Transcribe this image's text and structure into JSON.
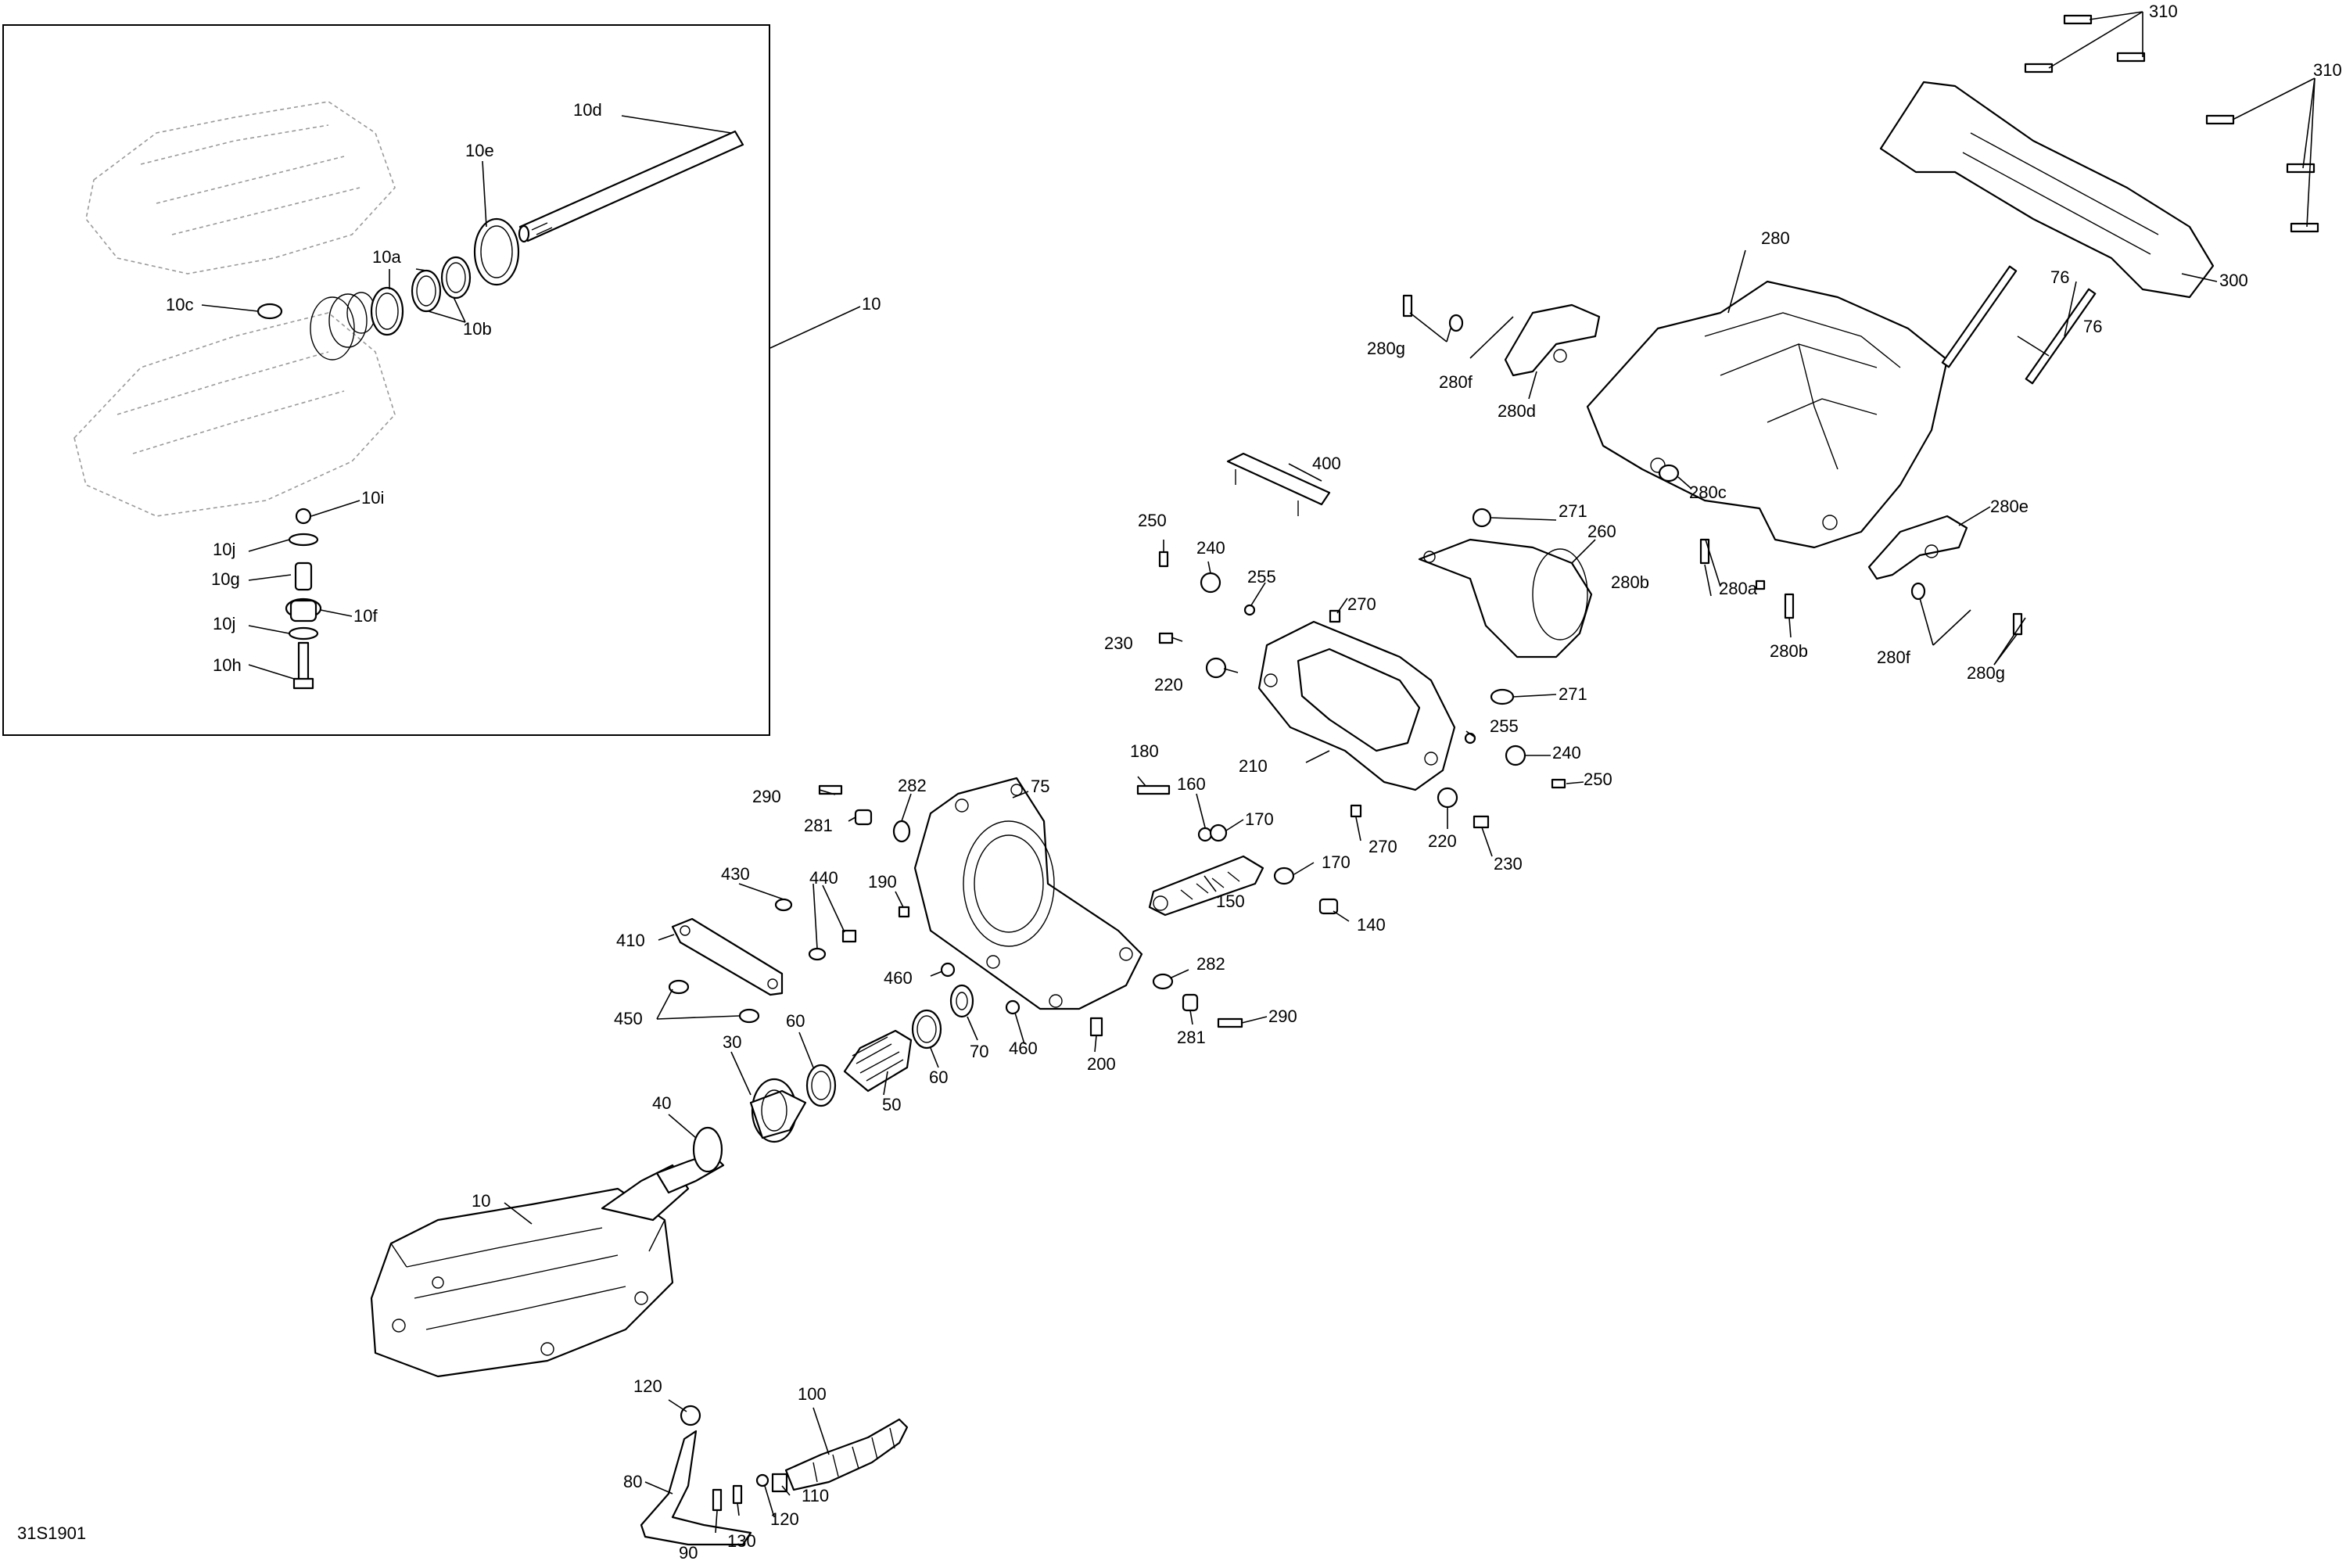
{
  "diagram_code": "31S1901",
  "labels": {
    "l10_main": "10",
    "l10_inset": "10",
    "l10a": "10a",
    "l10b": "10b",
    "l10c": "10c",
    "l10d": "10d",
    "l10e": "10e",
    "l10f": "10f",
    "l10g": "10g",
    "l10h": "10h",
    "l10i": "10i",
    "l10j_a": "10j",
    "l10j_b": "10j",
    "l30": "30",
    "l40": "40",
    "l50": "50",
    "l60_a": "60",
    "l60_b": "60",
    "l70": "70",
    "l75": "75",
    "l76_a": "76",
    "l76_b": "76",
    "l80": "80",
    "l90": "90",
    "l100": "100",
    "l110": "110",
    "l120_a": "120",
    "l120_b": "120",
    "l130": "130",
    "l140": "140",
    "l150": "150",
    "l160": "160",
    "l170_a": "170",
    "l170_b": "170",
    "l180": "180",
    "l190": "190",
    "l200": "200",
    "l210": "210",
    "l220_a": "220",
    "l220_b": "220",
    "l230_a": "230",
    "l230_b": "230",
    "l240_a": "240",
    "l240_b": "240",
    "l250_a": "250",
    "l250_b": "250",
    "l255_a": "255",
    "l255_b": "255",
    "l260": "260",
    "l270_a": "270",
    "l270_b": "270",
    "l271_a": "271",
    "l271_b": "271",
    "l280": "280",
    "l280a": "280a",
    "l280b_a": "280b",
    "l280b_b": "280b",
    "l280c": "280c",
    "l280d": "280d",
    "l280e": "280e",
    "l280f_a": "280f",
    "l280f_b": "280f",
    "l280g_a": "280g",
    "l280g_b": "280g",
    "l281_a": "281",
    "l281_b": "281",
    "l282_a": "282",
    "l282_b": "282",
    "l290_a": "290",
    "l290_b": "290",
    "l300": "300",
    "l310_a": "310",
    "l310_b": "310",
    "l400": "400",
    "l410": "410",
    "l430": "430",
    "l440": "440",
    "l450": "450",
    "l460_a": "460",
    "l460_b": "460"
  }
}
